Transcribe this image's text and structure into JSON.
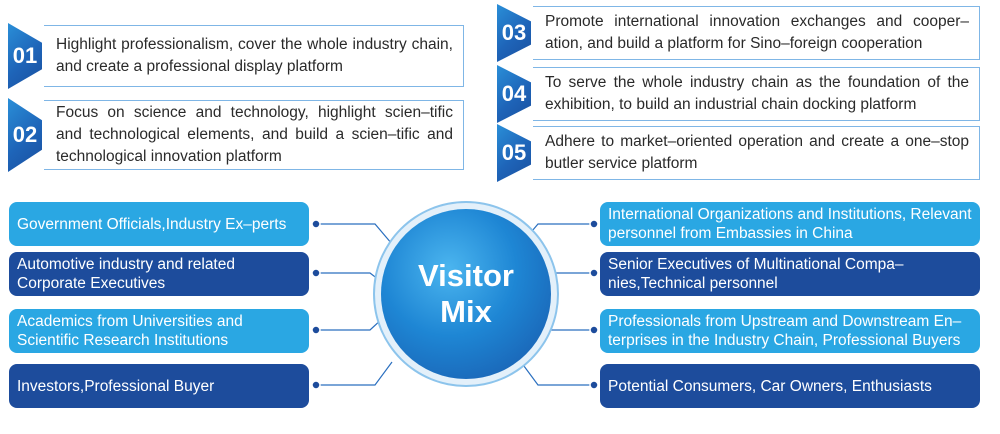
{
  "goals": [
    {
      "number": "01",
      "text": "Highlight professionalism, cover the whole industry chain, and create a professional display platform"
    },
    {
      "number": "02",
      "text": "Focus on science and technology, highlight scien–tific and technological elements, and build a scien–tific and technological innovation platform"
    },
    {
      "number": "03",
      "text": "Promote international innovation exchanges and cooper–ation, and build a platform for Sino–foreign cooperation"
    },
    {
      "number": "04",
      "text": "To serve the whole industry chain as the foundation of the exhibition, to build an industrial chain docking platform"
    },
    {
      "number": "05",
      "text": "Adhere to market–oriented operation and create a one–stop butler service platform"
    }
  ],
  "hub": {
    "line1": "Visitor",
    "line2": "Mix"
  },
  "visitors_left": [
    {
      "text": "Government Officials,Industry Ex–perts",
      "tone": "light"
    },
    {
      "text": "Automotive industry and related Corporate Executives",
      "tone": "dark"
    },
    {
      "text": "Academics from Universities and Scientific Research Institutions",
      "tone": "light"
    },
    {
      "text": "Investors,Professional Buyer",
      "tone": "dark"
    }
  ],
  "visitors_right": [
    {
      "text": "International Organizations and Institutions, Relevant personnel from Embassies in China",
      "tone": "light"
    },
    {
      "text": "Senior Executives of Multinational Compa–nies,Technical personnel",
      "tone": "dark"
    },
    {
      "text": "Professionals from Upstream and Downstream En–terprises in the Industry Chain, Professional Buyers",
      "tone": "light"
    },
    {
      "text": "Potential Consumers, Car Owners, Enthusiasts",
      "tone": "dark"
    }
  ],
  "colors": {
    "light_blue": "#2aa7e3",
    "dark_blue": "#1d4c9c",
    "connector": "#2a6fbf",
    "border": "#7fb6e6"
  }
}
